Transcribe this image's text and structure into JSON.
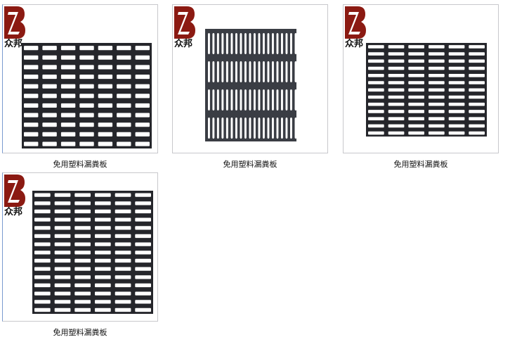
{
  "brand": {
    "logo_text": "众邦",
    "logo_color": "#8b1a12"
  },
  "products": [
    {
      "caption": "免用塑料漏粪板",
      "grate_style": "horizontal-slots"
    },
    {
      "caption": "免用塑料漏粪板",
      "grate_style": "vertical-slots"
    },
    {
      "caption": "免用塑料漏粪板",
      "grate_style": "horizontal-slots"
    },
    {
      "caption": "免用塑料漏粪板",
      "grate_style": "horizontal-slots"
    }
  ]
}
